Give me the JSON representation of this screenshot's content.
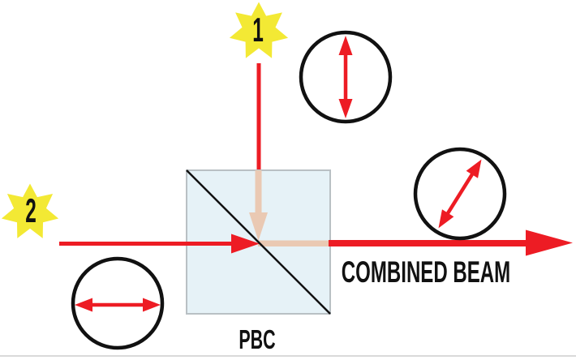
{
  "diagram": {
    "type": "optics-schematic",
    "labels": {
      "beam1_number": "1",
      "beam2_number": "2",
      "combined_beam": "COMBINED BEAM",
      "pbc": "PBC"
    },
    "icons": {
      "beam1_source": "starburst-1-icon",
      "beam2_source": "starburst-2-icon",
      "beam1_polarization": "vertical-polarization-icon",
      "beam2_polarization": "horizontal-polarization-icon",
      "combined_polarization": "diagonal-polarization-icon"
    },
    "colors": {
      "beam_red": "#ed1c24",
      "beam_faded_tan": "#eac9b3",
      "star_yellow": "#f3e934",
      "cube_fill": "#e6f2f7",
      "cube_border": "#b9c0c4",
      "outline_black": "#111111",
      "divider_gray": "#d9d9d9"
    }
  }
}
